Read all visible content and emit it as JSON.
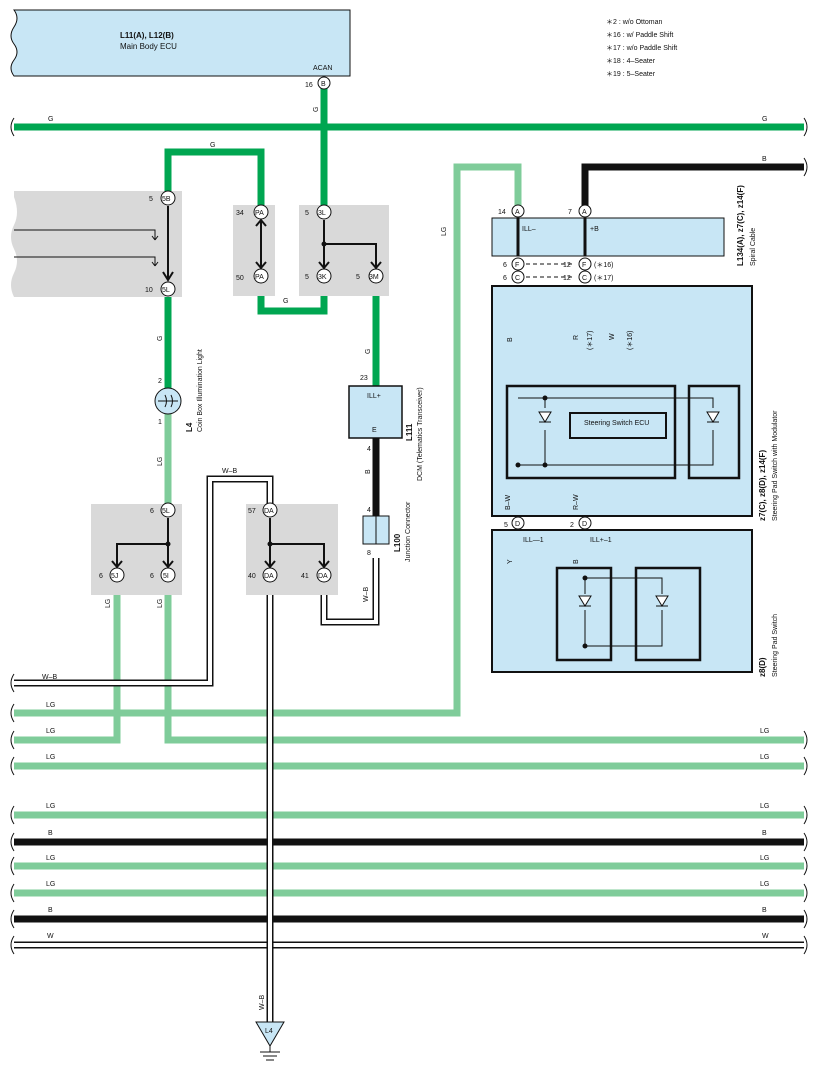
{
  "colors": {
    "green": "#00a651",
    "light_green": "#7fcc9a",
    "black": "#111111",
    "red": "#e32219",
    "yellow": "#ffd600",
    "box_fill": "#c8e6f5",
    "gray_fill": "#d9d9d9"
  },
  "notes": [
    "＊2 : w/o Ottoman",
    "＊16 : w/ Paddle Shift",
    "＊17 : w/o Paddle Shift",
    "＊18 : 4–Seater",
    "＊19 : 5–Seater"
  ],
  "ecu": {
    "title": "L11(A), L12(B)",
    "name": "Main Body ECU",
    "pin_label": "ACAN",
    "pin_num": "16",
    "conn": "B"
  },
  "wire_labels": {
    "G": "G",
    "LG": "LG",
    "B": "B",
    "W": "W",
    "WB": "W–B",
    "Y": "Y",
    "R": "R",
    "BW": "B–W",
    "RW": "R–W"
  },
  "junction1": {
    "top_num": "5",
    "top_conn": "5B",
    "bot_num": "10",
    "bot_conn": "5L"
  },
  "junction_pa": {
    "top_num": "34",
    "top_conn": "PA",
    "bot_num": "50",
    "bot_conn": "PA"
  },
  "junction_3": {
    "top_num": "5",
    "top_conn": "3L",
    "bot1_num": "5",
    "bot1_conn": "3K",
    "bot2_num": "5",
    "bot2_conn": "3M"
  },
  "lamp": {
    "id": "L4",
    "name": "Coin Box Illumination Light",
    "pin_top": "2",
    "pin_bot": "1"
  },
  "dcm": {
    "id": "L111",
    "name": "DCM (Telematics Transceiver)",
    "pin_top": "23",
    "ill": "ILL+",
    "e": "E",
    "pin_bot": "4"
  },
  "jc": {
    "id": "L100",
    "name": "Junction Connector",
    "pin_top": "4",
    "pin_bot": "8"
  },
  "junction_5l": {
    "top_num": "6",
    "top_conn": "5L",
    "b1_num": "6",
    "b1_conn": "5J",
    "b2_num": "6",
    "b2_conn": "5I"
  },
  "junction_da": {
    "top_num": "57",
    "top_conn": "DA",
    "b1_num": "40",
    "b1_conn": "DA",
    "b2_num": "41",
    "b2_conn": "DA"
  },
  "spiral": {
    "id": "L134(A), z7(C), z14(F)",
    "name": "Spiral Cable",
    "pin_a1": "14",
    "pin_a2": "7",
    "conn_a": "A",
    "ill_minus": "ILL–",
    "plus_b": "+B",
    "pin_f1": "6",
    "pin_f2": "12",
    "conn_f": "F",
    "note_f": "(＊16)",
    "pin_c1": "6",
    "pin_c2": "12",
    "conn_c": "C",
    "note_c": "(＊17)"
  },
  "steer_mod": {
    "id": "z7(C), z8(D), z14(F)",
    "name": "Steering Pad Switch with Modulator",
    "ecu": "Steering Switch ECU",
    "note17": "(＊17)",
    "note16": "(＊16)"
  },
  "steer_pad": {
    "id": "z8(D)",
    "name": "Steering Pad Switch",
    "pin1": "5",
    "pin2": "2",
    "conn": "D",
    "ill_m": "ILL—1",
    "ill_p": "ILL+–1"
  },
  "ground": {
    "id": "L4"
  }
}
